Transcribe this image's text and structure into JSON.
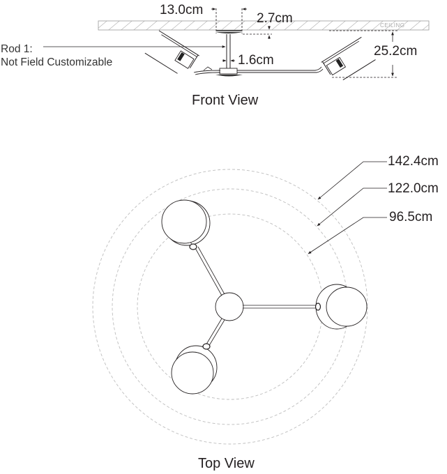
{
  "front_view": {
    "title": "Front View",
    "ceiling_label": "CEILING",
    "dimensions": {
      "canopy_width": "13.0cm",
      "canopy_depth": "2.7cm",
      "rod_diameter": "1.6cm",
      "overall_height": "25.2cm"
    },
    "rod_note": {
      "line1": "Rod 1:",
      "line2": "Not Field Customizable"
    }
  },
  "top_view": {
    "title": "Top View",
    "diameters": [
      {
        "label": "142.4cm",
        "ring": "outer"
      },
      {
        "label": "122.0cm",
        "ring": "middle"
      },
      {
        "label": "96.5cm",
        "ring": "inner"
      }
    ]
  },
  "colors": {
    "line": "#231f20",
    "dashed_ring": "#bdbdbd",
    "hatch": "#9a9a9a"
  }
}
